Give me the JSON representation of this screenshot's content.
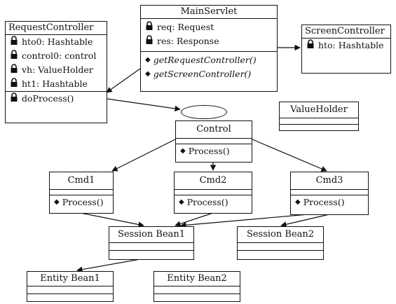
{
  "classes": {
    "request_controller": {
      "name": "RequestController",
      "attributes": [
        "hto0: Hashtable",
        "control0: control",
        "vh: ValueHolder",
        "ht1: Hashtable"
      ],
      "methods": [
        "doProcess()"
      ]
    },
    "main_servlet": {
      "name": "MainServlet",
      "attributes": [
        "req: Request",
        "res: Response"
      ],
      "methods": [
        "getRequestController()",
        "getScreenController()"
      ]
    },
    "screen_controller": {
      "name": "ScreenController",
      "attributes": [
        "hto: Hashtable"
      ]
    },
    "value_holder": {
      "name": "ValueHolder"
    },
    "control": {
      "name": "Control",
      "methods": [
        "Process()"
      ]
    },
    "cmd1": {
      "name": "Cmd1",
      "methods": [
        "Process()"
      ]
    },
    "cmd2": {
      "name": "Cmd2",
      "methods": [
        "Process()"
      ]
    },
    "cmd3": {
      "name": "Cmd3",
      "methods": [
        "Process()"
      ]
    },
    "session_bean1": {
      "name": "Session Bean1"
    },
    "session_bean2": {
      "name": "Session Bean2"
    },
    "entity_bean1": {
      "name": "Entity Bean1"
    },
    "entity_bean2": {
      "name": "Entity Bean2"
    }
  },
  "icons": {
    "attribute": "lock-icon",
    "method": "diamond-method-icon"
  },
  "colors": {
    "line": "#111111",
    "background": "#ffffff"
  }
}
